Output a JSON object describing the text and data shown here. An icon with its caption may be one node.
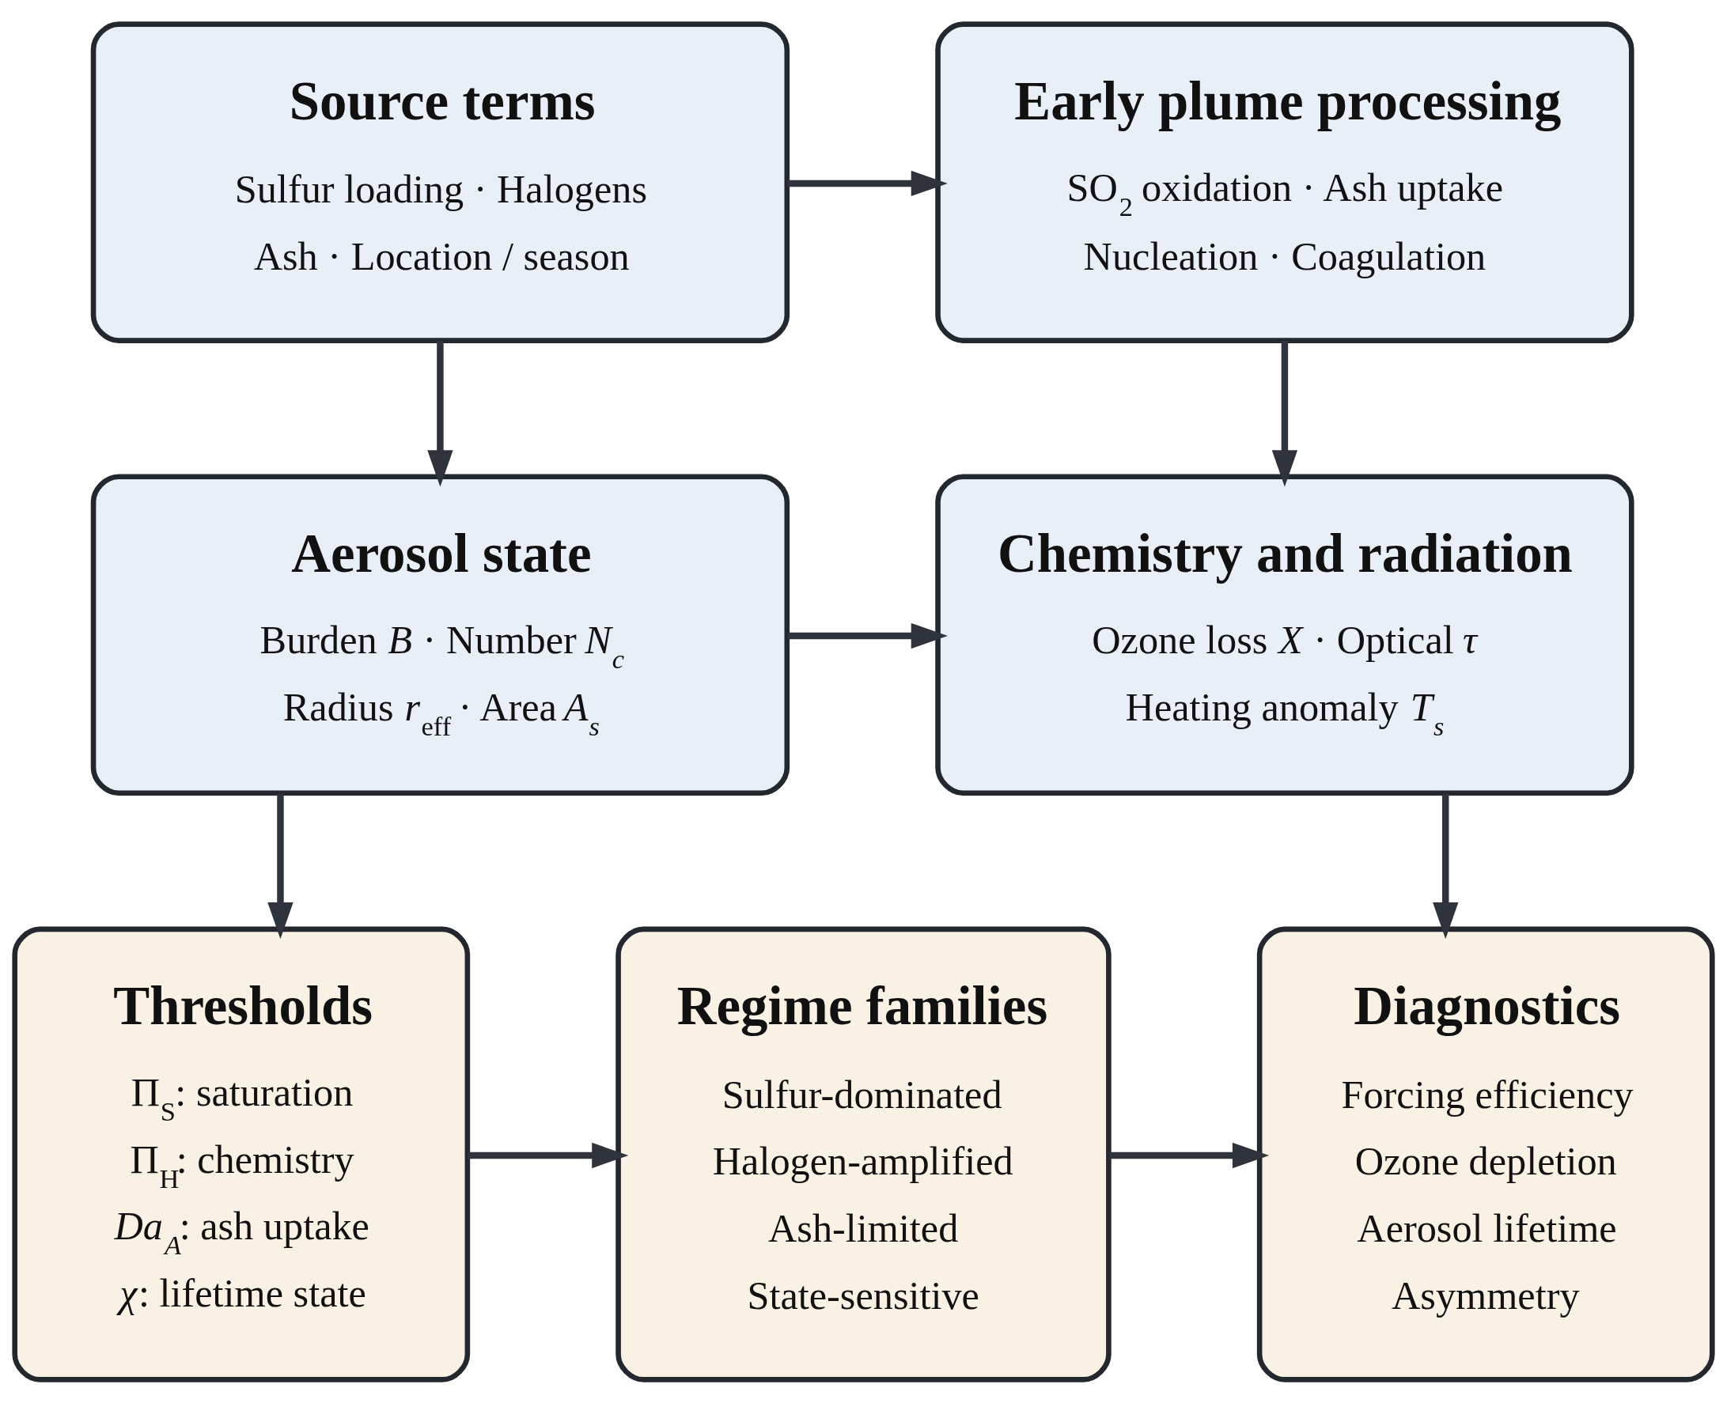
{
  "diagram": {
    "nodes": [
      {
        "text": [
          "Source terms",
          "Sulfur loading · Halogens",
          "Ash · Location / season"
        ]
      },
      {
        "text": [
          "Early plume processing",
          "SO$_{2}$ oxidation · Ash uptake",
          "Nucleation · Coagulation"
        ]
      },
      {
        "text": [
          "Aerosol state",
          "Burden *B* · Number *N$_{c}$*",
          "Radius *r*$_{eff}$ · Area *A$_{s}$*"
        ]
      },
      {
        "text": [
          "Chemistry and radiation",
          "Ozone loss *X* · Optical *τ*",
          "Heating anomaly *T$_{s}$*"
        ]
      },
      {
        "text": [
          "Thresholds",
          "Π$_{S}$: saturation",
          "Π$_{H}$: chemistry",
          "*Da$_{A}$*: ash uptake",
          "*χ*: lifetime state"
        ]
      },
      {
        "text": [
          "Regime families",
          "Sulfur-dominated",
          "Halogen-amplified",
          "Ash-limited",
          "State-sensitive"
        ]
      },
      {
        "text": [
          "Diagnostics",
          "Forcing efficiency",
          "Ozone depletion",
          "Aerosol lifetime",
          "Asymmetry"
        ]
      }
    ],
    "edges": [
      {
        "from": 0,
        "to": 1,
        "arrow": "to"
      },
      {
        "from": 0,
        "to": 2,
        "arrow": "to"
      },
      {
        "from": 1,
        "to": 3,
        "arrow": "to"
      },
      {
        "from": 2,
        "to": 3,
        "arrow": "to"
      },
      {
        "from": 2,
        "to": 4,
        "arrow": "to"
      },
      {
        "from": 3,
        "to": 6,
        "arrow": "to"
      },
      {
        "from": 4,
        "to": 5,
        "arrow": "to"
      },
      {
        "from": 5,
        "to": 6,
        "arrow": "to"
      }
    ]
  }
}
